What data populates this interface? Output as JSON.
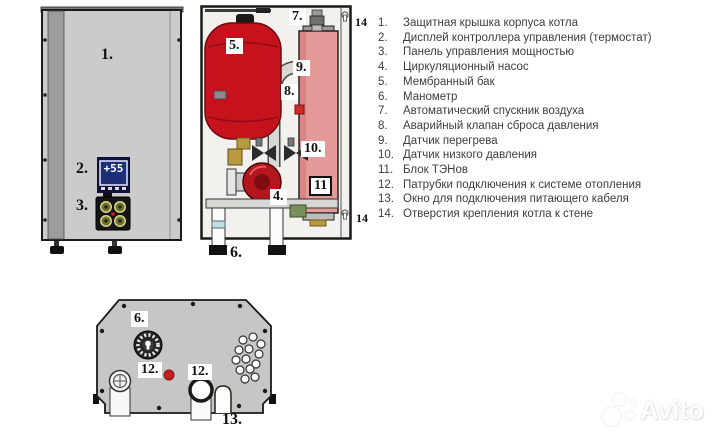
{
  "colors": {
    "boiler_body_grey": "#cbcbcb",
    "membrane_tank_red": "#c5121c",
    "ten_block_pink": "#e59a9a",
    "pump_red": "#b5161e",
    "display_navy": "#1c2f77",
    "accent_red": "#cc2222"
  },
  "front_view": {
    "labels": {
      "cover": "1.",
      "display": "2.",
      "power_panel": "3."
    },
    "display_value": "+55"
  },
  "internal_view": {
    "labels": {
      "membrane_tank": "5.",
      "air_vent": "7.",
      "mount_hole_top": "14",
      "overheat_sensor": "9.",
      "relief_valve": "8.",
      "low_pressure_sensor": "10.",
      "ten_block": "11",
      "pump": "4.",
      "mount_hole_bottom": "14",
      "manometer": "6."
    }
  },
  "bottom_view": {
    "labels": {
      "manometer": "6.",
      "pipe_left": "12.",
      "pipe_right": "12.",
      "cable_window": "13."
    }
  },
  "legend": {
    "items": [
      {
        "num": "1.",
        "text": "Защитная крышка корпуса котла"
      },
      {
        "num": "2.",
        "text": "Дисплей контроллера управления (термостат)"
      },
      {
        "num": "3.",
        "text": "Панель управления мощностью"
      },
      {
        "num": "4.",
        "text": "Циркуляционный насос"
      },
      {
        "num": "5.",
        "text": "Мембранный бак"
      },
      {
        "num": "6.",
        "text": "Манометр"
      },
      {
        "num": "7.",
        "text": "Автоматический спускник воздуха"
      },
      {
        "num": "8.",
        "text": "Аварийный клапан сброса давления"
      },
      {
        "num": "9.",
        "text": "Датчик перегрева"
      },
      {
        "num": "10.",
        "text": "Датчик низкого давления"
      },
      {
        "num": "11.",
        "text": "Блок ТЭНов"
      },
      {
        "num": "12.",
        "text": "Патрубки подключения к системе отопления"
      },
      {
        "num": "13.",
        "text": "Окно для подключения питающего кабеля"
      },
      {
        "num": "14.",
        "text": "Отверстия крепления котла к стене"
      }
    ]
  },
  "watermark": {
    "text": "Avito"
  }
}
